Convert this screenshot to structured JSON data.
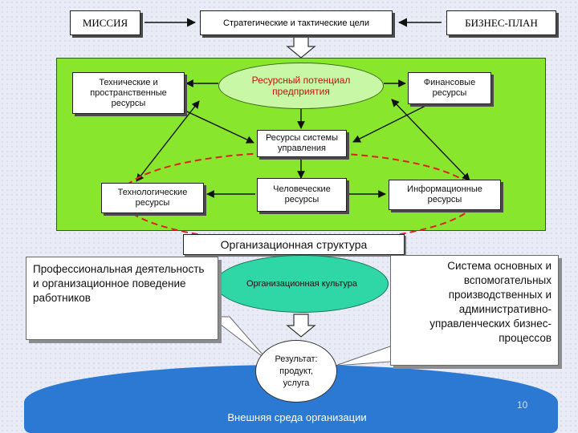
{
  "header": {
    "mission": "МИССИЯ",
    "goals": "Стратегические и тактические цели",
    "business_plan": "БИЗНЕС-ПЛАН"
  },
  "resources": {
    "technical": "Технические и пространственные ресурсы",
    "potential": "Ресурсный потенциал предприятия",
    "financial": "Финансовые ресурсы",
    "management": "Ресурсы системы управления",
    "technological": "Технологические ресурсы",
    "human": "Человеческие ресурсы",
    "information": "Информационные ресурсы"
  },
  "org": {
    "structure": "Организационная структура",
    "culture": "Организационная культура",
    "professional": "Профессиональная деятельность и организационное поведение работников",
    "systems": "Система основных и вспомогательных производственных и административно-управленческих бизнес-процессов",
    "result": "Результат: продукт, услуга",
    "environment": "Внешняя среда организации"
  },
  "page_number": "10",
  "colors": {
    "panel_green": "#88e62c",
    "ellipse_green": "#c8f7a6",
    "culture_teal": "#2fd6a6",
    "environment_blue": "#2c79d4",
    "dashed_red": "#e02020"
  }
}
